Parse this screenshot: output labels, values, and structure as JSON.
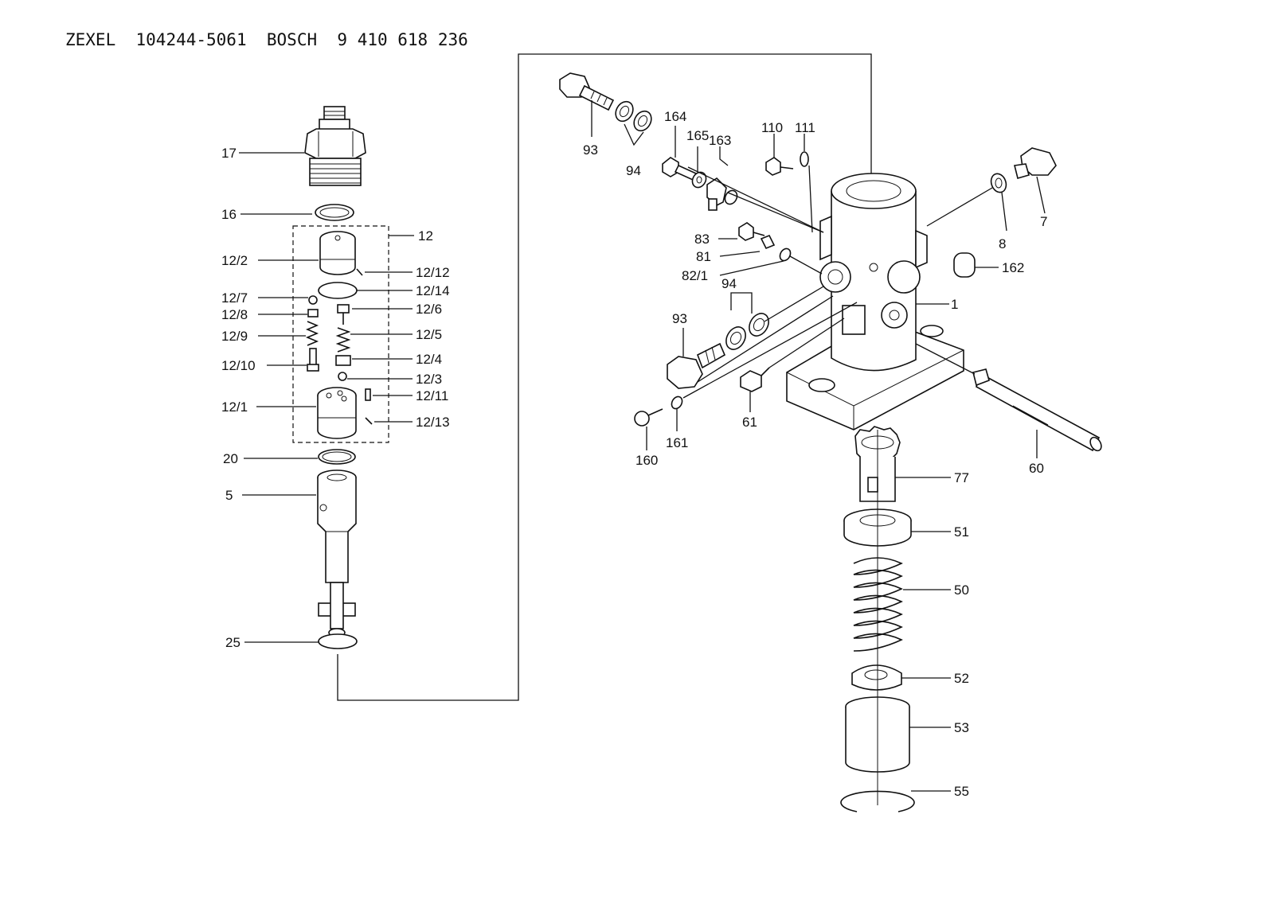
{
  "header": {
    "maker1": "ZEXEL",
    "part_no": "104244-5061",
    "maker2": "BOSCH",
    "ref_no": "9 410 618 236"
  },
  "labels": {
    "l17": "17",
    "l16": "16",
    "l12": "12",
    "l12_2": "12/2",
    "l12_12": "12/12",
    "l12_14": "12/14",
    "l12_7": "12/7",
    "l12_8": "12/8",
    "l12_6": "12/6",
    "l12_9": "12/9",
    "l12_5": "12/5",
    "l12_10": "12/10",
    "l12_4": "12/4",
    "l12_3": "12/3",
    "l12_1": "12/1",
    "l12_11": "12/11",
    "l12_13": "12/13",
    "l20": "20",
    "l5": "5",
    "l25": "25",
    "l93a": "93",
    "l94a": "94",
    "l164": "164",
    "l165": "165",
    "l163": "163",
    "l110": "110",
    "l111": "111",
    "l7": "7",
    "l8": "8",
    "l83": "83",
    "l81": "81",
    "l82_1": "82/1",
    "l162": "162",
    "l94b": "94",
    "l93b": "93",
    "l1": "1",
    "l61": "61",
    "l160": "160",
    "l161": "161",
    "l60": "60",
    "l77": "77",
    "l51": "51",
    "l50": "50",
    "l52": "52",
    "l53": "53",
    "l55": "55"
  }
}
